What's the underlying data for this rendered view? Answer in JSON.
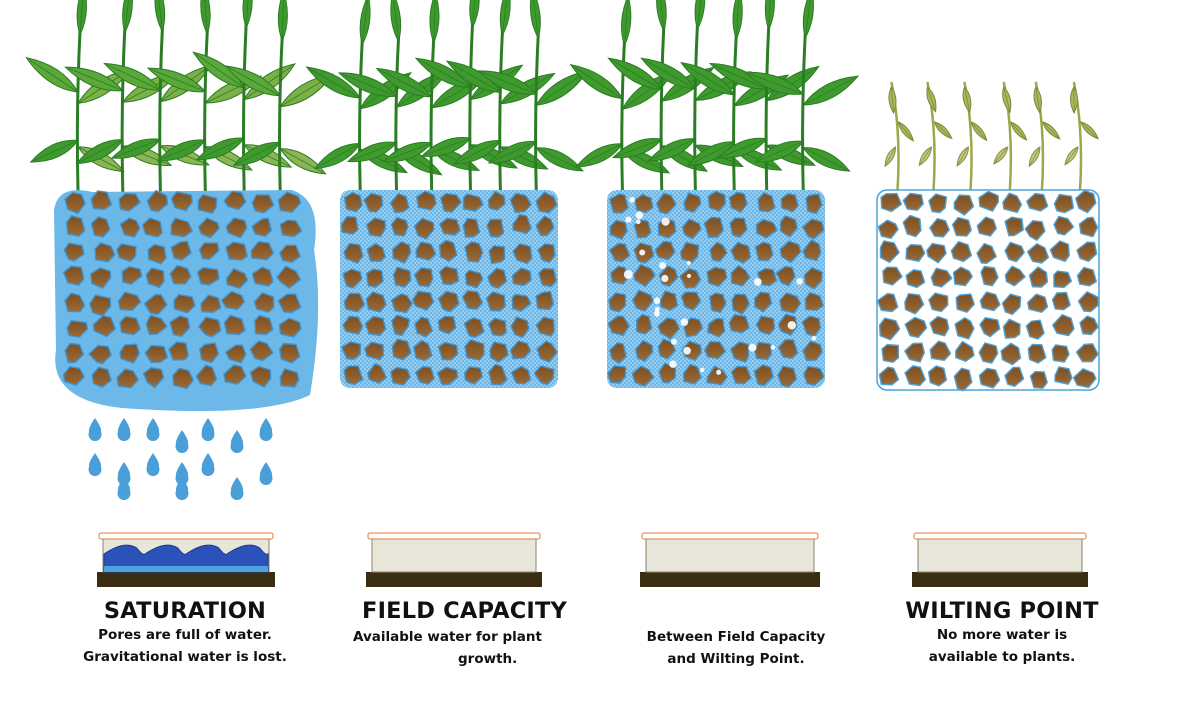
{
  "panels": [
    {
      "id": "saturation",
      "title": "SATURATION",
      "desc_line1": "Pores are full of water.",
      "desc_line2": "Gravitational water is lost.",
      "water_fill": 1.0,
      "plant_state": "healthy-drooping"
    },
    {
      "id": "field-capacity",
      "title": "FIELD CAPACITY",
      "desc_line1": "Available water for plant",
      "desc_line2": "growth.",
      "water_fill": 0.0,
      "plant_state": "healthy"
    },
    {
      "id": "between",
      "title": "",
      "desc_line1": "Between Field Capacity",
      "desc_line2": "and Wilting Point.",
      "water_fill": 0.0,
      "plant_state": "healthy"
    },
    {
      "id": "wilting-point",
      "title": "WILTING POINT",
      "desc_line1": "No more water is",
      "desc_line2": "available to plants.",
      "water_fill": 0.0,
      "plant_state": "wilted"
    }
  ],
  "colors": {
    "water": "#6cb8e8",
    "soil": "#8c5d2c",
    "pore_outline": "#4aa3dc",
    "leaf": "#3f9a2e",
    "leaf_dark": "#2a7d22",
    "leaf_wilted": "#a9b85a",
    "drop": "#4a9fd8",
    "pan": "#e8e6d9",
    "pan_base": "#3a2d12"
  }
}
